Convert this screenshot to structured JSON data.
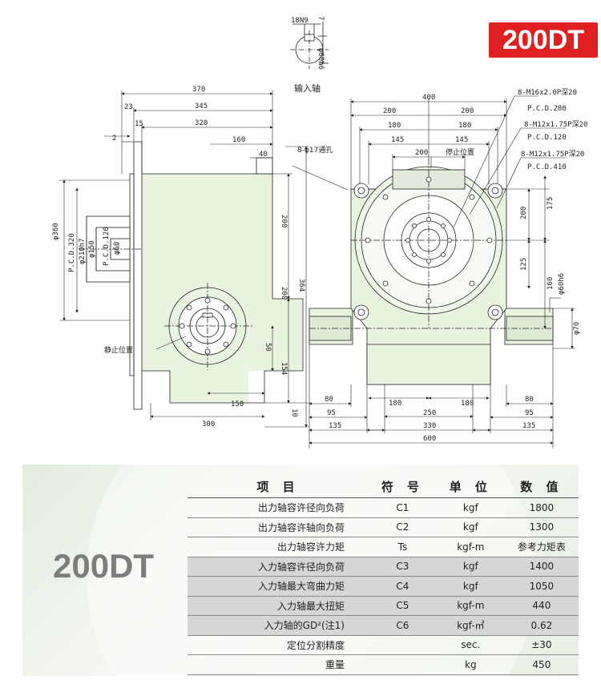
{
  "badge": "200DT",
  "model": "200DT",
  "drawing": {
    "input_shaft_label": "输入轴",
    "keyway": "18N9",
    "key_depth": "7",
    "input_shaft_dia": "φ60h6",
    "holes_8_17": "8-φ17通孔",
    "stop_position_left": "静止位置",
    "stop_position_right": "停止位置",
    "left_view": {
      "d370": "370",
      "d345": "345",
      "d320": "320",
      "d23": "23",
      "d15": "15",
      "d2": "2",
      "d160": "160",
      "d40": "40",
      "d200": "200",
      "d364": "364",
      "d200b": "200",
      "d154": "154",
      "d50": "50",
      "d10": "10",
      "d150": "150",
      "d300": "300",
      "phi360": "φ360",
      "pcd320": "P.C.D.320",
      "phi210": "φ210h7",
      "phi150": "φ150",
      "pcd120": "P.C.D.120",
      "phi60": "φ60"
    },
    "right_view": {
      "d400": "400",
      "d200a": "200",
      "d200b": "200",
      "d180a": "180",
      "d180b": "180",
      "d145a": "145",
      "d145b": "145",
      "d200c": "200",
      "m16": "8-M16x2.0P深20",
      "pcd280": "P.C.D.280",
      "m12a": "8-M12x1.75P深20",
      "pcd120": "P.C.D.120",
      "m12b": "8-M12x1.75P深20",
      "pcd410": "P.C.D.410",
      "d175": "175",
      "d200v": "200",
      "d125": "125",
      "d160v": "160",
      "phi60": "φ60h6",
      "phi70": "φ70",
      "d80a": "80",
      "d80b": "80",
      "d95a": "95",
      "d95b": "95",
      "d135a": "135",
      "d135b": "135",
      "d180c": "180",
      "d180d": "180",
      "d250": "250",
      "d330": "330",
      "d600": "600"
    }
  },
  "table": {
    "headers": [
      "项 目",
      "符 号",
      "单 位",
      "数 值"
    ],
    "rows": [
      {
        "item": "出力轴容许径向负荷",
        "symbol": "C1",
        "unit": "kgf",
        "value": "1800"
      },
      {
        "item": "出力轴容许轴向负荷",
        "symbol": "C2",
        "unit": "kgf",
        "value": "1300"
      },
      {
        "item": "出力轴容许力矩",
        "symbol": "Ts",
        "unit": "kgf-m",
        "value": "参考力矩表"
      },
      {
        "item": "入力轴容许径向负荷",
        "symbol": "C3",
        "unit": "kgf",
        "value": "1400"
      },
      {
        "item": "入力轴最大弯曲力矩",
        "symbol": "C4",
        "unit": "kgf",
        "value": "1050"
      },
      {
        "item": "入力轴最大扭矩",
        "symbol": "C5",
        "unit": "kgf-m",
        "value": "440"
      },
      {
        "item": "入力轴的GD²(注1)",
        "symbol": "C6",
        "unit": "kgf-㎡",
        "value": "0.62"
      },
      {
        "item": "定位分割精度",
        "symbol": "",
        "unit": "sec.",
        "value": "±30"
      },
      {
        "item": "重量",
        "symbol": "",
        "unit": "kg",
        "value": "450"
      }
    ]
  }
}
